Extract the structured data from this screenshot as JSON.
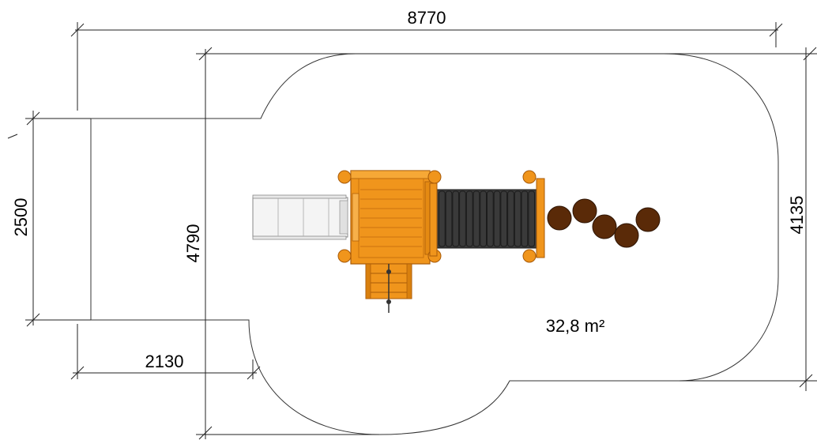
{
  "dimensions": {
    "total_width": "8770",
    "total_depth": "4790",
    "right_depth": "4135",
    "left_block_depth": "2500",
    "left_block_width": "2130"
  },
  "area_label": "32,8 m²",
  "colors": {
    "line": "#1a1a1a",
    "wood": "#f0951c",
    "wood_dark": "#b8640a",
    "tunnel": "#3a3a3a",
    "tunnel_dark": "#1c1c1c",
    "stump": "#5a2a08",
    "stump_dark": "#2e1504",
    "slide": "#f2f2f2"
  }
}
